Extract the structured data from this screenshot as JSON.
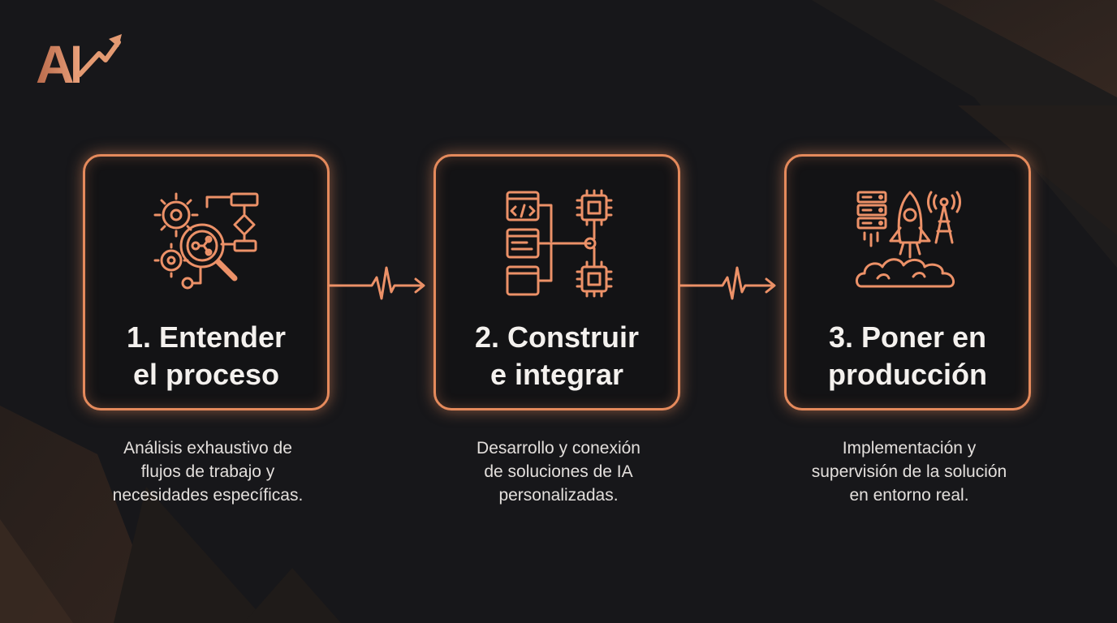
{
  "logo": {
    "text": "AI",
    "icon": "trend-arrow-icon"
  },
  "colors": {
    "accent": "#e58a5c",
    "background": "#17171a",
    "text": "#f4f1ee"
  },
  "steps": [
    {
      "icon": "process-analysis-icon",
      "title_line1": "1. Entender",
      "title_line2": "el proceso",
      "desc_line1": "Análisis exhaustivo de",
      "desc_line2": "flujos de trabajo y",
      "desc_line3": "necesidades específicas."
    },
    {
      "icon": "code-integration-icon",
      "title_line1": "2. Construir",
      "title_line2": "e integrar",
      "desc_line1": "Desarrollo y conexión",
      "desc_line2": "de soluciones de IA",
      "desc_line3": "personalizadas."
    },
    {
      "icon": "rocket-launch-icon",
      "title_line1": "3. Poner en",
      "title_line2": "producción",
      "desc_line1": "Implementación y",
      "desc_line2": "supervisión de la solución",
      "desc_line3": "en entorno real."
    }
  ]
}
